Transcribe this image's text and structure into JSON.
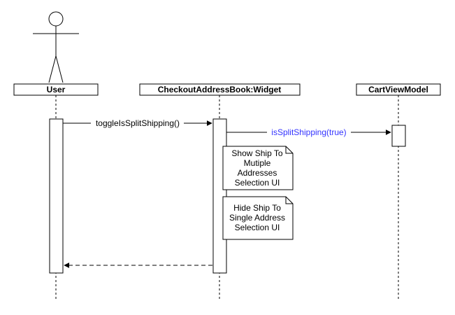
{
  "participants": {
    "user": "User",
    "widget": "CheckoutAddressBook:Widget",
    "cart": "CartViewModel"
  },
  "messages": {
    "m1": "toggleIsSplitShipping()",
    "m2": "isSplitShipping(true)"
  },
  "notes": {
    "n1": [
      "Show Ship To",
      "Mutiple",
      "Addresses",
      "Selection UI"
    ],
    "n2": [
      "Hide Ship To",
      "Single Address",
      "Selection UI"
    ]
  },
  "colors": {
    "line": "#000000",
    "highlight_message": "#3333ff",
    "background": "#ffffff"
  }
}
